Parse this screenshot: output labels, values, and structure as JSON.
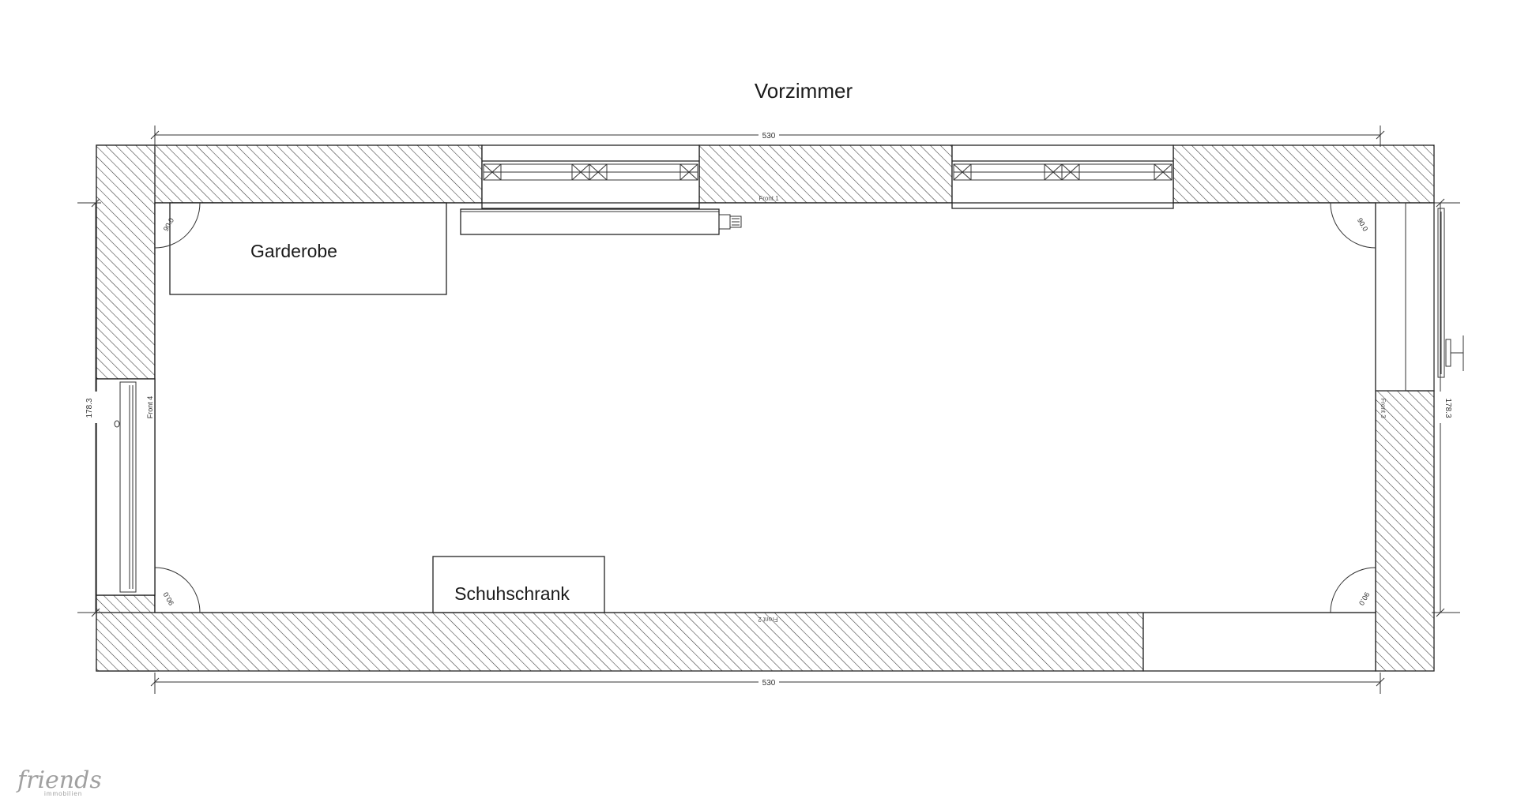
{
  "title": "Vorzimmer",
  "rooms": {
    "wardrobe": "Garderobe",
    "shoe_cabinet": "Schuhschrank"
  },
  "dimensions": {
    "top_width": "530",
    "bottom_width": "530",
    "left_height": "178.3",
    "right_height": "178.3"
  },
  "door_swing_labels": {
    "top_left": "90.0",
    "top_right": "90.0",
    "bottom_left": "90.0",
    "bottom_right": "90.0"
  },
  "wall_front_labels": {
    "top": "Front 1",
    "bottom": "Front 2",
    "right": "Front 3",
    "left": "Front 4"
  },
  "logo": {
    "name": "friends",
    "sub": "immobilien"
  },
  "colors": {
    "line": "#222222",
    "background": "#ffffff",
    "logo": "#a0a0a0"
  }
}
